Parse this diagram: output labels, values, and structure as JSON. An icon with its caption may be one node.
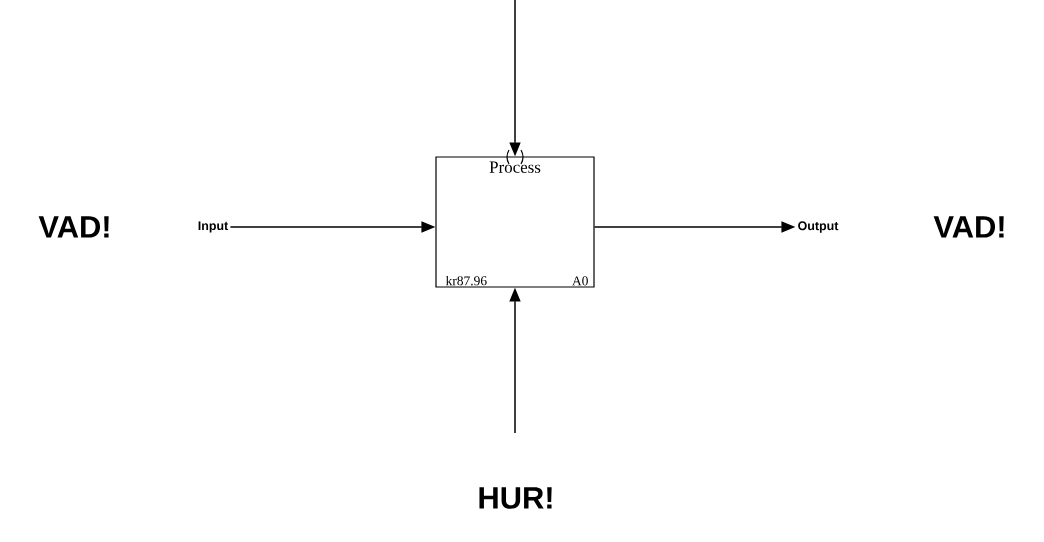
{
  "diagram": {
    "nodes": [
      {
        "text": [
          "Process",
          "kr87.96",
          "A0"
        ]
      },
      {
        "text": [
          "Input"
        ]
      },
      {
        "text": [
          "Output"
        ]
      }
    ],
    "edges": [
      {
        "from": 1,
        "to": 0,
        "arrow": "to"
      },
      {
        "from": 0,
        "to": 2,
        "arrow": "to"
      },
      {
        "from": null,
        "to": 0,
        "arrow": "to"
      },
      {
        "from": null,
        "to": 0,
        "arrow": "to"
      }
    ],
    "labels": [
      "VAD!",
      "VAD!",
      "HUR!"
    ]
  }
}
